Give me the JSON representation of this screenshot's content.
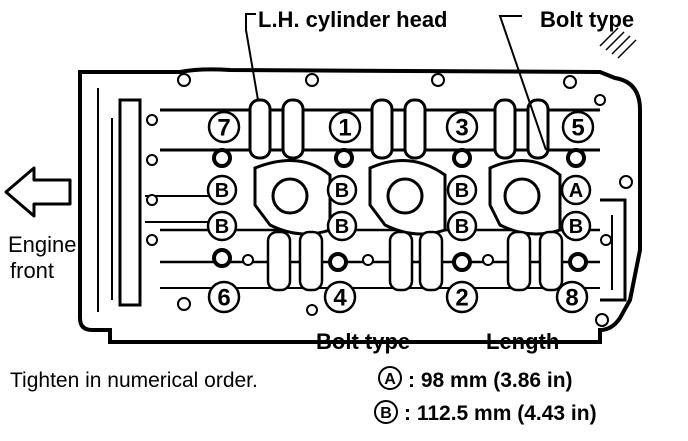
{
  "labels": {
    "cylinder_head": "L.H. cylinder head",
    "bolt_type_top": "Bolt type",
    "engine": "Engine",
    "front": "front",
    "bolt_type_bottom": "Bolt type",
    "length": "Length",
    "instruction": "Tighten in numerical order."
  },
  "sequence": {
    "top_row": [
      "7",
      "1",
      "3",
      "5"
    ],
    "bottom_row": [
      "6",
      "4",
      "2",
      "8"
    ]
  },
  "bolt_type_letters": {
    "row1": [
      "B",
      "B",
      "B",
      "A"
    ],
    "row2": [
      "B",
      "B",
      "B",
      "B"
    ]
  },
  "legend": [
    {
      "type": "A",
      "text": ": 98 mm (3.86 in)"
    },
    {
      "type": "B",
      "text": ": 112.5 mm (4.43 in)"
    }
  ]
}
